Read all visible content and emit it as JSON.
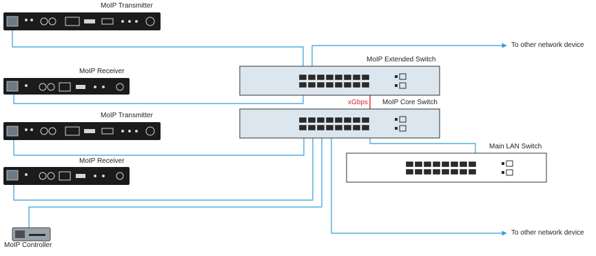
{
  "labels": {
    "transmitter_top": "MoIP Transmitter",
    "receiver_top": "MoIP Receiver",
    "transmitter_mid": "MoIP Transmitter",
    "receiver_bottom": "MoIP Receiver",
    "controller": "MoIP Controller",
    "extended_switch": "MoIP Extended Switch",
    "core_switch": "MoIP Core Switch",
    "main_lan_switch": "Main LAN Switch",
    "xgbps": "xGbps",
    "to_other_top": "To other network device",
    "to_other_bottom": "To other network device"
  },
  "colors": {
    "cable": "#2e9fd6",
    "uplink": "#d7262b",
    "switch_fill": "#dbe6ef",
    "device_body": "#1b1b1b"
  },
  "icons": {
    "arrow": "arrow-right-icon",
    "port": "ethernet-port-icon"
  }
}
